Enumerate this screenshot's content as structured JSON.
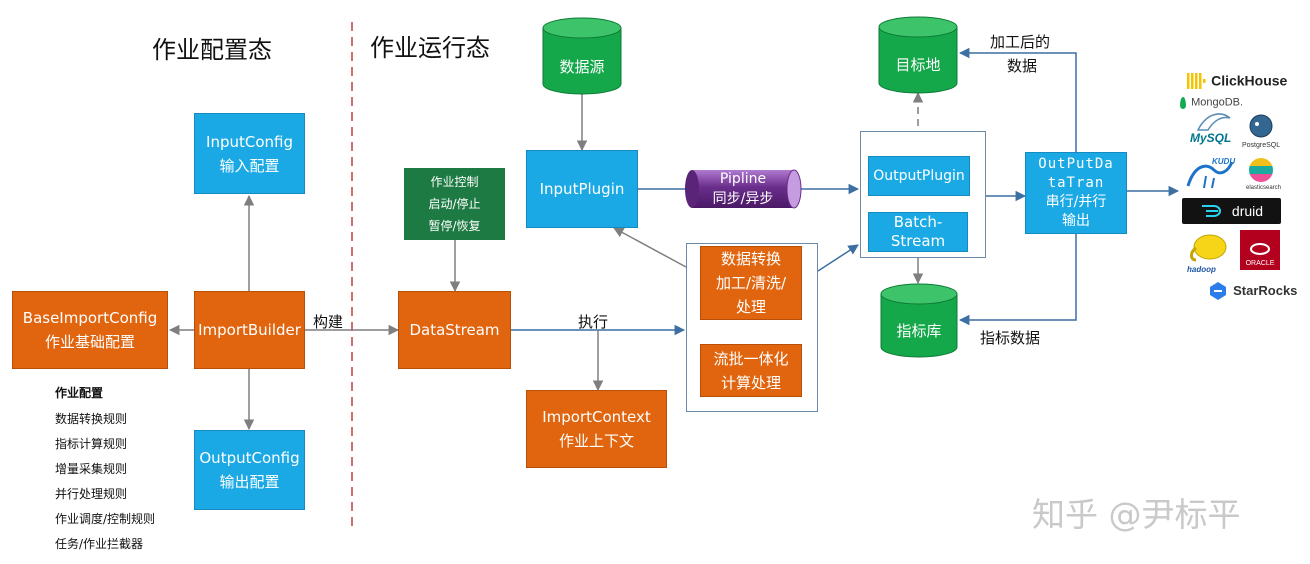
{
  "titles": {
    "config_phase": "作业配置态",
    "runtime_phase": "作业运行态"
  },
  "config_nodes": {
    "input_config": [
      "InputConfig",
      "输入配置"
    ],
    "output_config": [
      "OutputConfig",
      "输出配置"
    ],
    "base_import_config": [
      "BaseImportConfig",
      "作业基础配置"
    ],
    "import_builder": "ImportBuilder"
  },
  "job_config_list": {
    "title": "作业配置",
    "items": [
      "数据转换规则",
      "指标计算规则",
      "增量采集规则",
      "并行处理规则",
      "作业调度/控制规则",
      "任务/作业拦截器"
    ]
  },
  "runtime_nodes": {
    "job_control": [
      "作业控制",
      "启动/停止",
      "暂停/恢复"
    ],
    "data_stream": "DataStream",
    "import_context": [
      "ImportContext",
      "作业上下文"
    ],
    "input_plugin": "InputPlugin",
    "data_source": "数据源",
    "pipeline": [
      "Pipline",
      "同步/异步"
    ],
    "transform": [
      "数据转换",
      "加工/清洗/",
      "处理"
    ],
    "batch_stream_compute": [
      "流批一体化",
      "计算处理"
    ],
    "output_plugin": "OutputPlugin",
    "batch_stream": [
      "Batch-",
      "Stream"
    ],
    "target": "目标地",
    "metrics_store": "指标库",
    "output_tran": [
      "OutPutDa",
      "taTran",
      "串行/并行",
      "输出"
    ]
  },
  "edge_labels": {
    "build": "构建",
    "execute": "执行",
    "processed_data": [
      "加工后的",
      "数据"
    ],
    "metrics_data": "指标数据"
  },
  "logos": {
    "clickhouse": "ClickHouse",
    "mongodb": "MongoDB.",
    "mysql": "MySQL",
    "postgresql": "PostgreSQL",
    "kudu": "KUDU",
    "elasticsearch": "elasticsearch",
    "druid": "druid",
    "hadoop": "hadoop",
    "oracle": "ORACLE",
    "starrocks": "StarRocks"
  },
  "watermark": "知乎 @尹标平",
  "colors": {
    "blue_node": "#1aa9e5",
    "orange_node": "#e1650f",
    "green_cylinder": "#14a84a",
    "dark_green_panel": "#1e7a43",
    "pipeline_purple": "#6a2e8c",
    "divider_red": "#c0302a",
    "arrow_gray": "#7f7f7f",
    "arrow_blue": "#3d6fa3"
  }
}
